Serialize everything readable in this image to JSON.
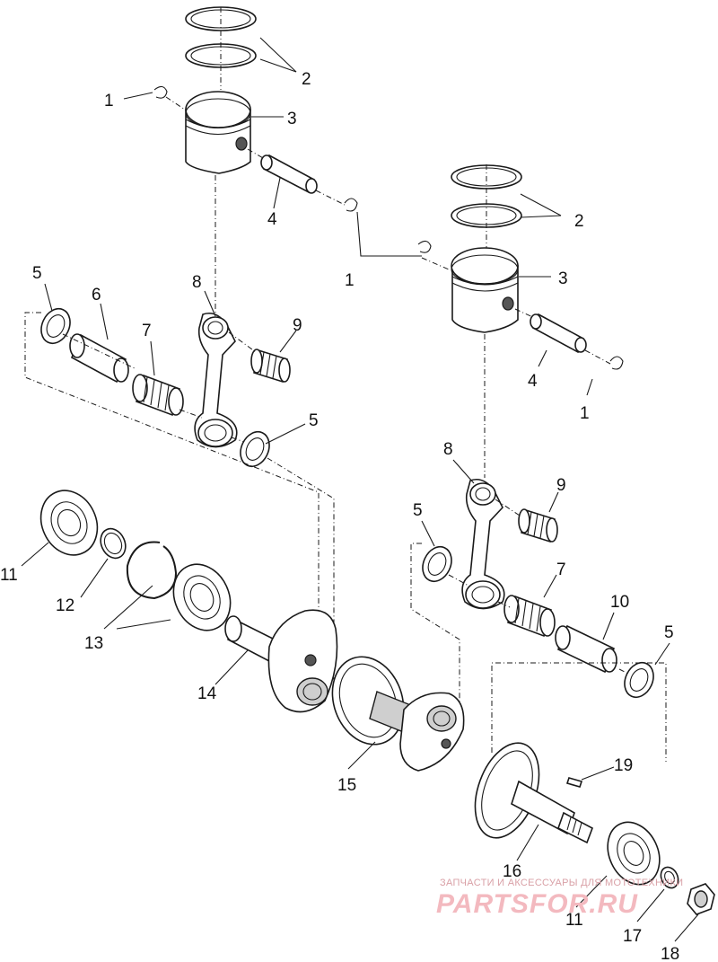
{
  "diagram": {
    "callouts": {
      "c1a": "1",
      "c2a": "2",
      "c3a": "3",
      "c4a": "4",
      "c5a": "5",
      "c6": "6",
      "c7a": "7",
      "c8a": "8",
      "c9a": "9",
      "c5b": "5",
      "c1b": "1",
      "c2b": "2",
      "c3b": "3",
      "c4b": "4",
      "c1c": "1",
      "c8b": "8",
      "c9b": "9",
      "c5c": "5",
      "c7b": "7",
      "c10": "10",
      "c5d": "5",
      "c11a": "11",
      "c12": "12",
      "c13": "13",
      "c14": "14",
      "c15": "15",
      "c16": "16",
      "c19": "19",
      "c11b": "11",
      "c17": "17",
      "c18": "18"
    },
    "watermark": {
      "caption": "ЗАПЧАСТИ И АКСЕССУАРЫ ДЛЯ МОТОТЕХНИКИ",
      "brand": "PARTSFOR.RU"
    }
  }
}
